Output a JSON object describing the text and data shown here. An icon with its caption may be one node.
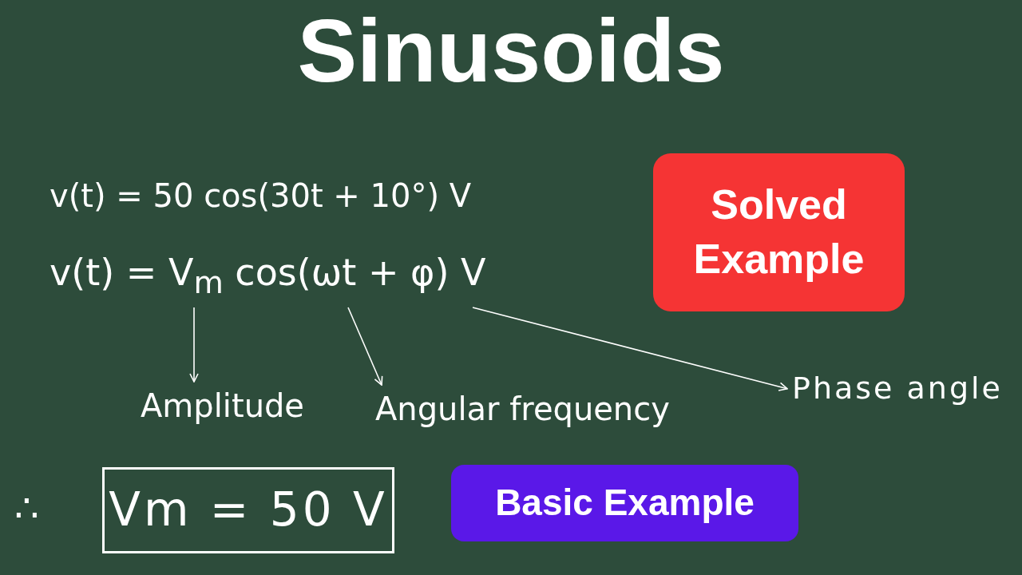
{
  "diagram": {
    "title": "Sinusoids",
    "nodes": [
      {
        "text": [
          "Solved Example"
        ]
      },
      {
        "text": [
          "v(t) = V$_{m}$ cos(ωt + φ) V"
        ]
      },
      {
        "text": [
          "Amplitude"
        ]
      },
      {
        "text": [
          "Angular frequency"
        ]
      },
      {
        "text": [
          "Phase angle"
        ]
      },
      {
        "text": [
          "Vm = 50 V"
        ]
      },
      {
        "text": [
          "Basic Example"
        ]
      }
    ],
    "edges": [
      {
        "from": 1,
        "to": 2,
        "arrow": "to"
      },
      {
        "from": 1,
        "to": 3,
        "arrow": "to"
      },
      {
        "from": 1,
        "to": 4,
        "arrow": "to"
      }
    ],
    "labels": [
      "v(t) = 50 cos(30t + 10°) V",
      "∴"
    ]
  }
}
